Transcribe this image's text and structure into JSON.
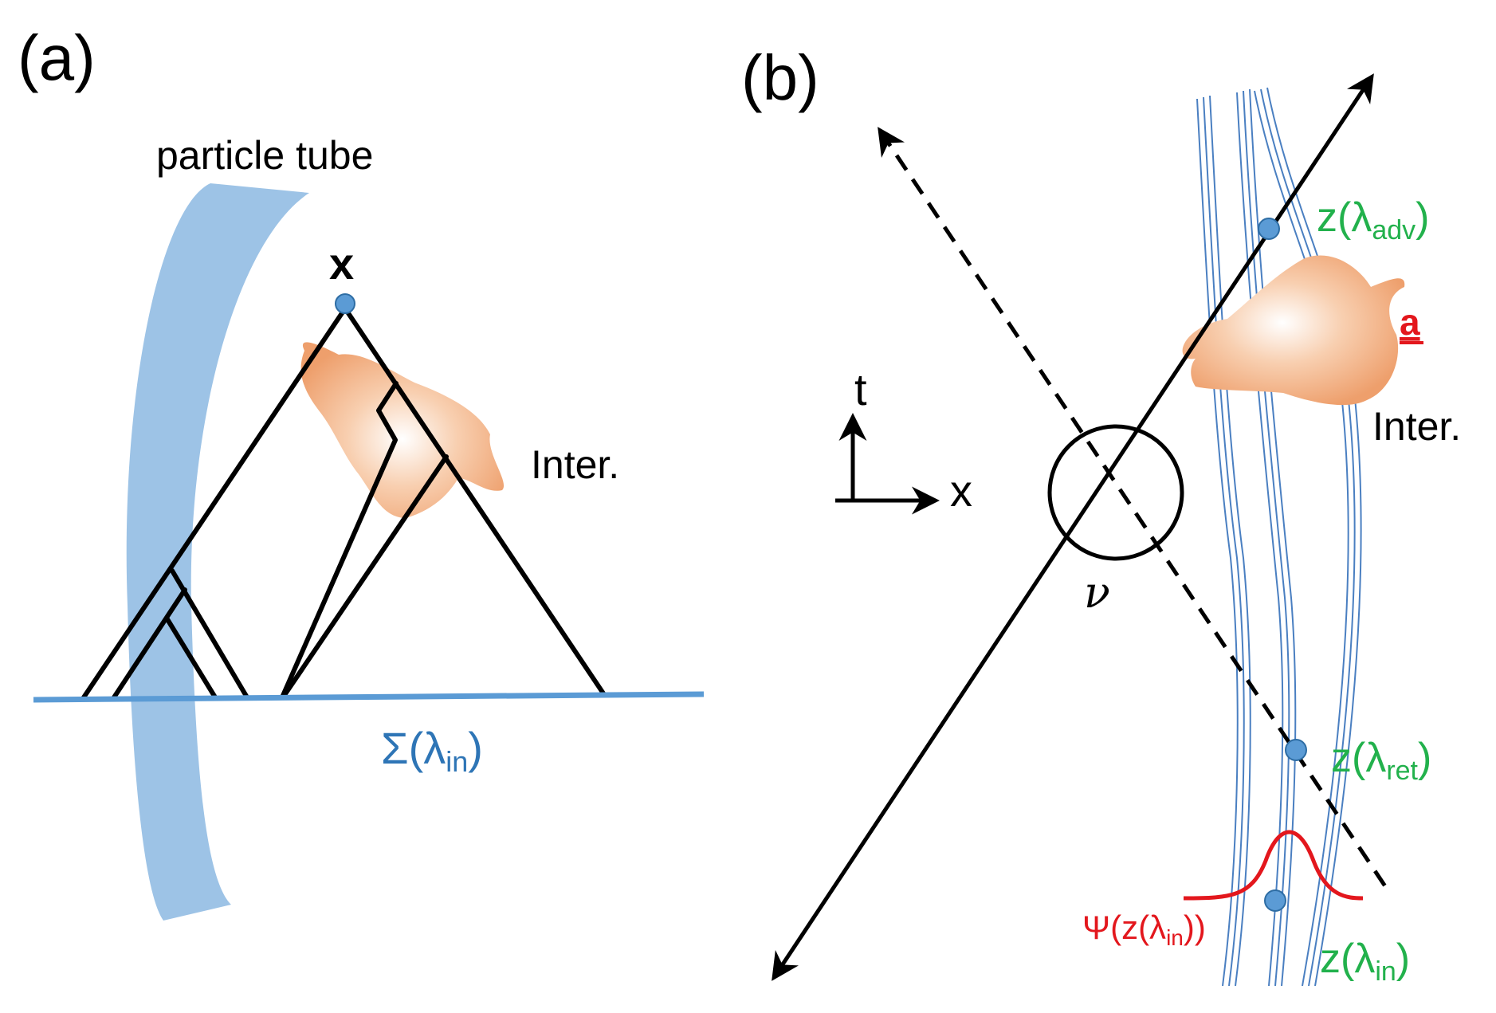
{
  "panel_a": {
    "label": "(a)",
    "tube_label": "particle  tube",
    "point_label": "x",
    "interaction_label": "Inter.",
    "surface_label": {
      "main": "Σ(λ",
      "sub": "in",
      "close": ")"
    }
  },
  "panel_b": {
    "label": "(b)",
    "axis_t": "t",
    "axis_x": "x",
    "vertex_label": "𝜈",
    "interaction_label": "Inter.",
    "a_label": "a",
    "z_adv": {
      "main": "z(λ",
      "sub": "adv",
      "close": ")"
    },
    "z_ret": {
      "main": "z(λ",
      "sub": "ret",
      "close": ")"
    },
    "z_in": {
      "main": "z(λ",
      "sub": "in",
      "close": ")"
    },
    "psi": {
      "main": "Ψ(z(λ",
      "sub": "in",
      "close": "))"
    }
  },
  "colors": {
    "tube": "#9dc3e6",
    "surface": "#5b9bd5",
    "point": "#5b9bd5",
    "blob": "#f4b183",
    "green_labels": "#22b14c",
    "red": "#e3171d",
    "lines": "#000000"
  }
}
